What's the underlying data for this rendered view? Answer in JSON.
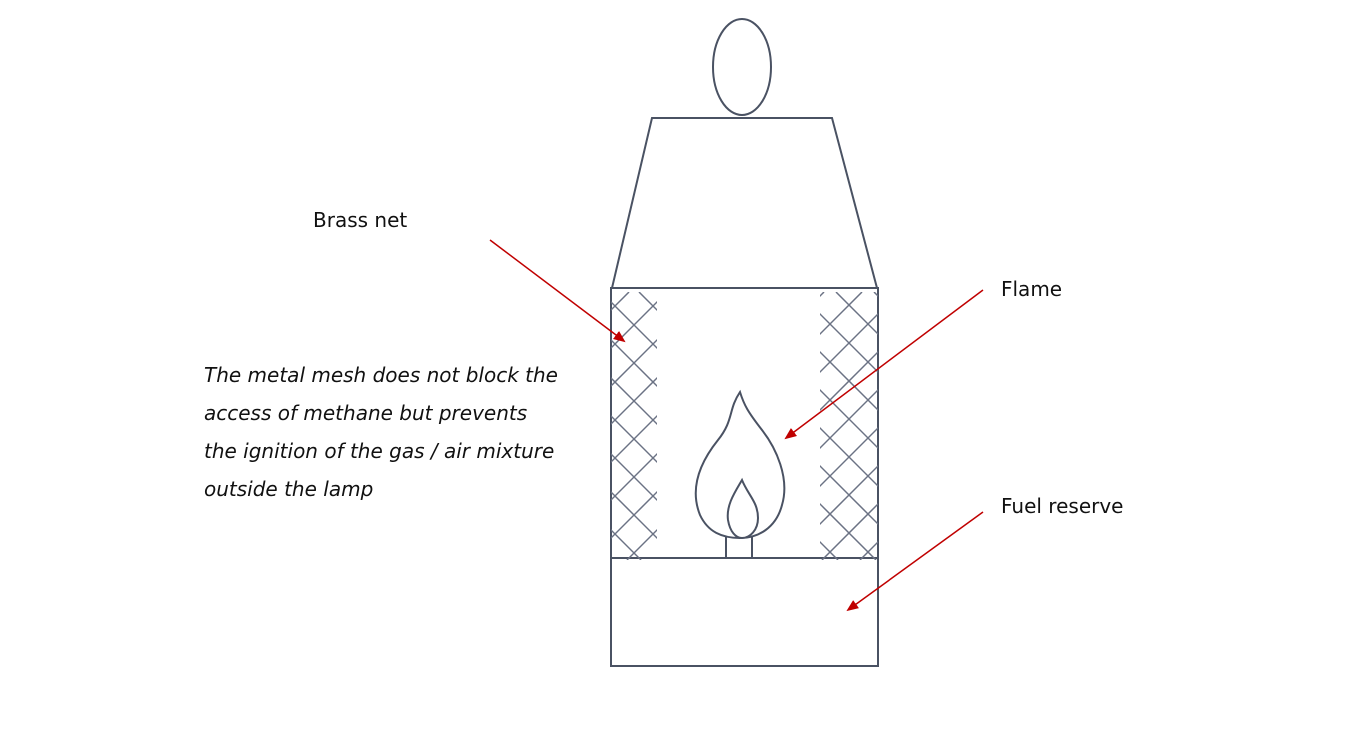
{
  "labels": {
    "brass_net": "Brass net",
    "flame": "Flame",
    "fuel_reserve": "Fuel reserve"
  },
  "note": {
    "lines": [
      "The metal mesh does not block the",
      "access of methane but prevents",
      "the ignition of the gas / air mixture",
      "outside the lamp"
    ]
  },
  "colors": {
    "lamp_stroke": "#4a5263",
    "mesh_stroke": "#6b7284",
    "arrow": "#c00000",
    "text": "#111111"
  }
}
